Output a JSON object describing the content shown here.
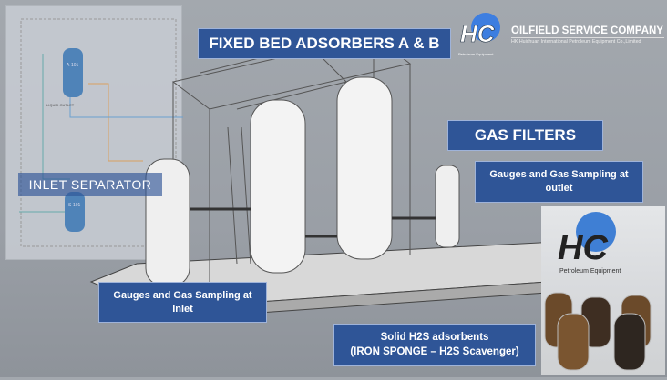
{
  "header": {
    "company_name": "OILFIELD SERVICE COMPANY",
    "company_full_name": "HK Huichuan International Petroleum Equipment Co.,Limited",
    "logo_text": "HC",
    "logo_subtext": "Petroleum Equipment"
  },
  "labels": {
    "adsorbers": "FIXED BED ADSORBERS A & B",
    "gas_filters": "GAS FILTERS",
    "inlet_separator": "INLET SEPARATOR",
    "gauges_outlet": "Gauges and Gas Sampling at outlet",
    "gauges_inlet": "Gauges and Gas Sampling at Inlet",
    "adsorbents_line1": "Solid H2S adsorbents",
    "adsorbents_line2": "(IRON SPONGE – H2S Scavenger)"
  },
  "pid": {
    "vessel_top": "A-101",
    "vessel_bottom": "S-101",
    "liquid_outlet": "LIQUID OUTLET"
  },
  "photo": {
    "logo_text": "HC",
    "logo_subtext": "Petroleum Equipment"
  },
  "colors": {
    "label_bg": "#2f5597",
    "background": "#9ea3aa"
  }
}
